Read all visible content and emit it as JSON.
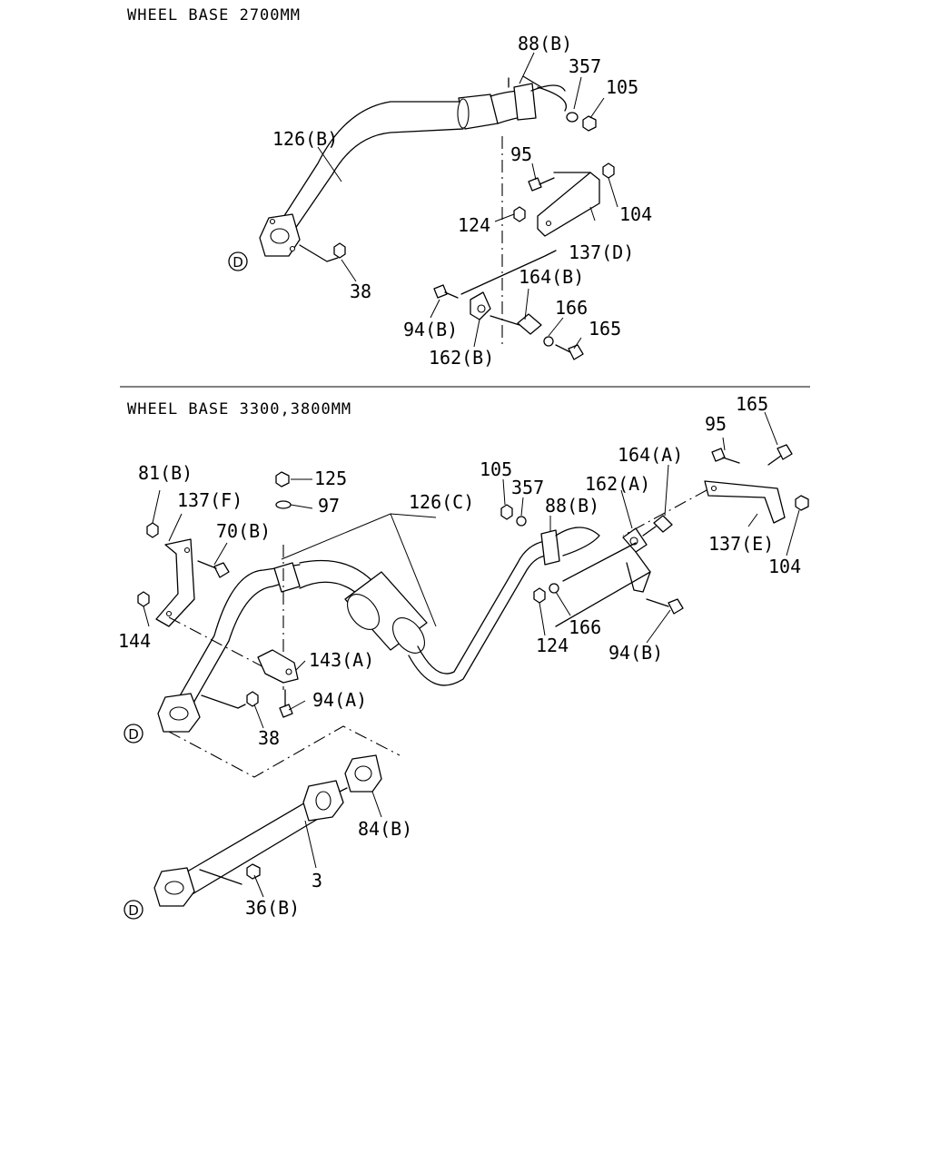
{
  "sections": [
    {
      "title": "WHEEL BASE 2700MM",
      "callouts": [
        "88(B)",
        "357",
        "105",
        "126(B)",
        "95",
        "104",
        "124",
        "137(D)",
        "38",
        "164(B)",
        "166",
        "165",
        "94(B)",
        "162(B)"
      ],
      "marker": "D"
    },
    {
      "title": "WHEEL BASE 3300,3800MM",
      "callouts": [
        "165",
        "95",
        "164(A)",
        "81(B)",
        "125",
        "105",
        "357",
        "162(A)",
        "137(F)",
        "97",
        "126(C)",
        "88(B)",
        "70(B)",
        "137(E)",
        "104",
        "144",
        "166",
        "143(A)",
        "124",
        "94(B)",
        "94(A)",
        "38",
        "84(B)",
        "3",
        "36(B)"
      ],
      "marker": "D"
    }
  ]
}
